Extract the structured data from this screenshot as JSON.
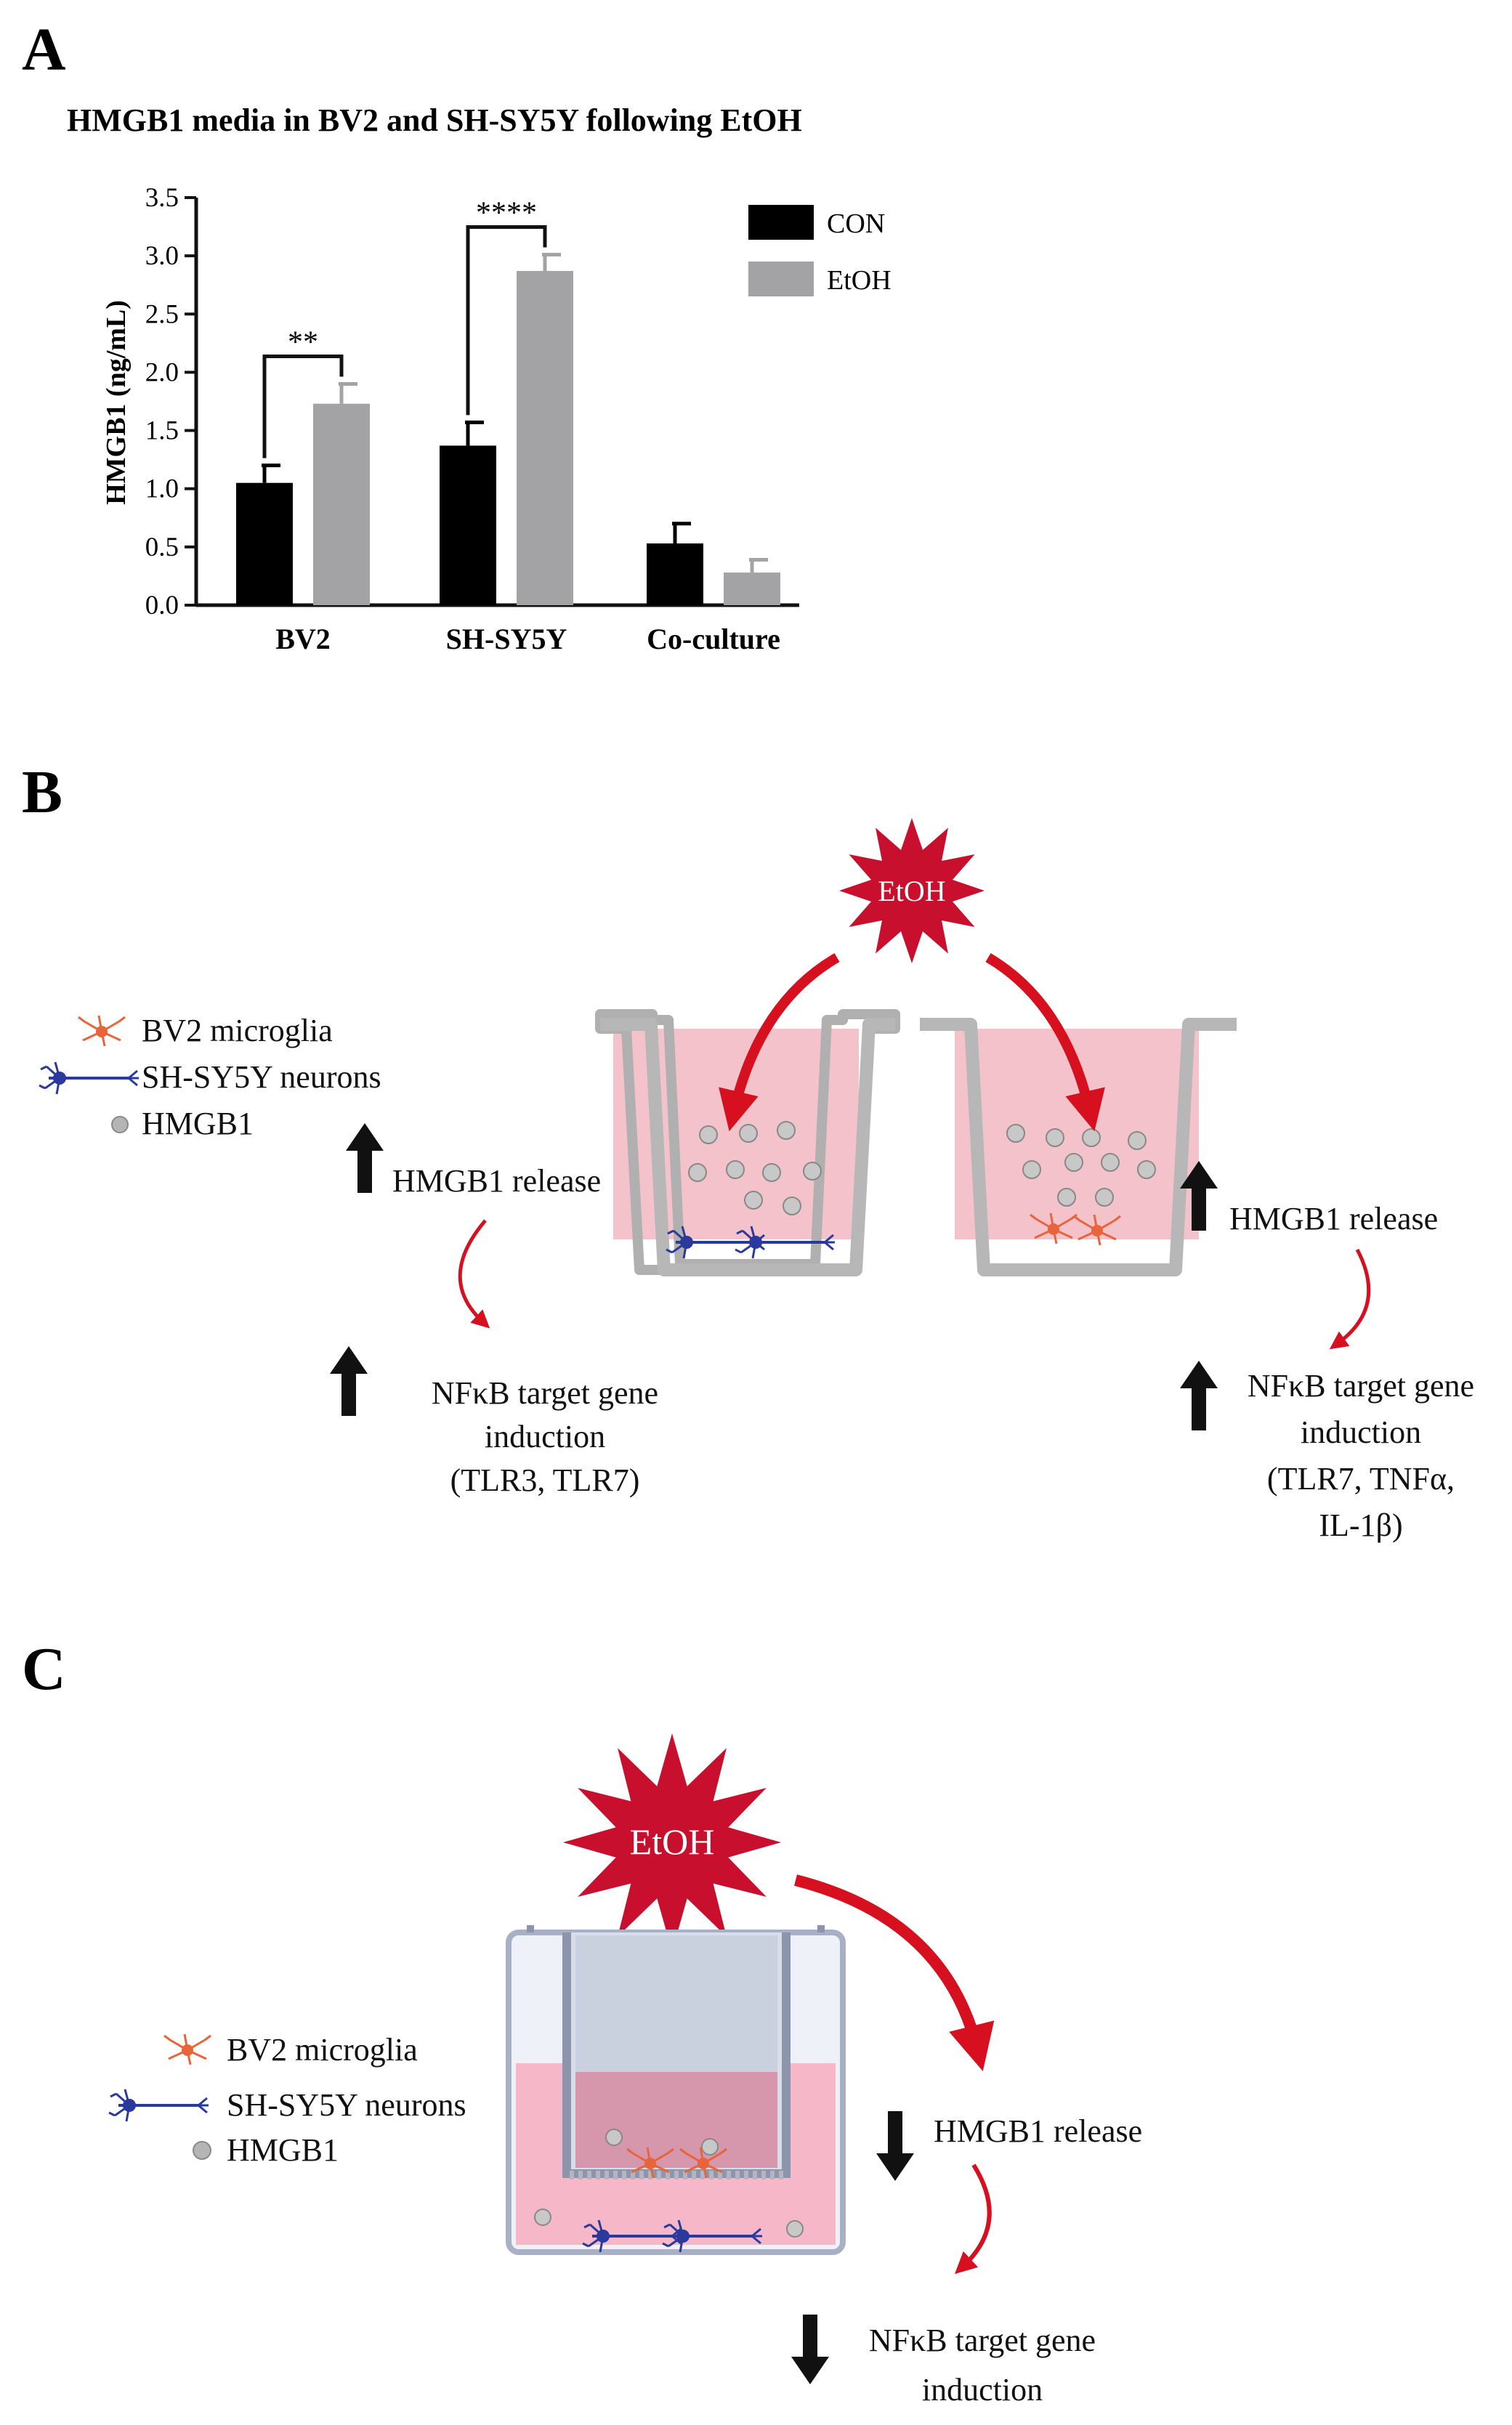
{
  "panels": {
    "a": "A",
    "b": "B",
    "c": "C"
  },
  "chart_data": {
    "type": "bar",
    "title": "HMGB1 media in BV2 and SH-SY5Y following EtOH",
    "xlabel": "",
    "ylabel": "HMGB1 (ng/mL)",
    "ylim": [
      0,
      3.5
    ],
    "yticks": [
      "0.0",
      "0.5",
      "1.0",
      "1.5",
      "2.0",
      "2.5",
      "3.0",
      "3.5"
    ],
    "categories": [
      "BV2",
      "SH-SY5Y",
      "Co-culture"
    ],
    "series": [
      {
        "name": "CON",
        "color": "#000000",
        "values": [
          1.05,
          1.37,
          0.53
        ],
        "errors": [
          0.15,
          0.2,
          0.17
        ]
      },
      {
        "name": "EtOH",
        "color": "#a3a3a6",
        "values": [
          1.73,
          2.87,
          0.28
        ],
        "errors": [
          0.17,
          0.14,
          0.11
        ]
      }
    ],
    "significance": [
      {
        "category": "BV2",
        "label": "**"
      },
      {
        "category": "SH-SY5Y",
        "label": "****"
      }
    ],
    "legend": "top-right",
    "grid": false
  },
  "panel_b": {
    "stimulus": "EtOH",
    "legend": {
      "microglia": "BV2 microglia",
      "neurons": "SH-SY5Y neurons",
      "hmgb1": "HMGB1"
    },
    "left": {
      "release": "HMGB1 release",
      "induction_line1": "NFκB target gene",
      "induction_line2": "induction",
      "induction_line3": "(TLR3, TLR7)"
    },
    "right": {
      "release": "HMGB1 release",
      "induction_line1": "NFκB target gene",
      "induction_line2": "induction",
      "induction_line3": "(TLR7, TNFα,",
      "induction_line4": "IL-1β)"
    }
  },
  "panel_c": {
    "stimulus": "EtOH",
    "legend": {
      "microglia": "BV2 microglia",
      "neurons": "SH-SY5Y neurons",
      "hmgb1": "HMGB1"
    },
    "release": "HMGB1 release",
    "induction_line1": "NFκB target gene",
    "induction_line2": "induction"
  },
  "colors": {
    "red": "#c8102e",
    "medium": "#f4c2cb",
    "blue_neuron": "#2a3a9c",
    "orange_microglia": "#e8643a",
    "well_gray": "#bdbdbd"
  }
}
